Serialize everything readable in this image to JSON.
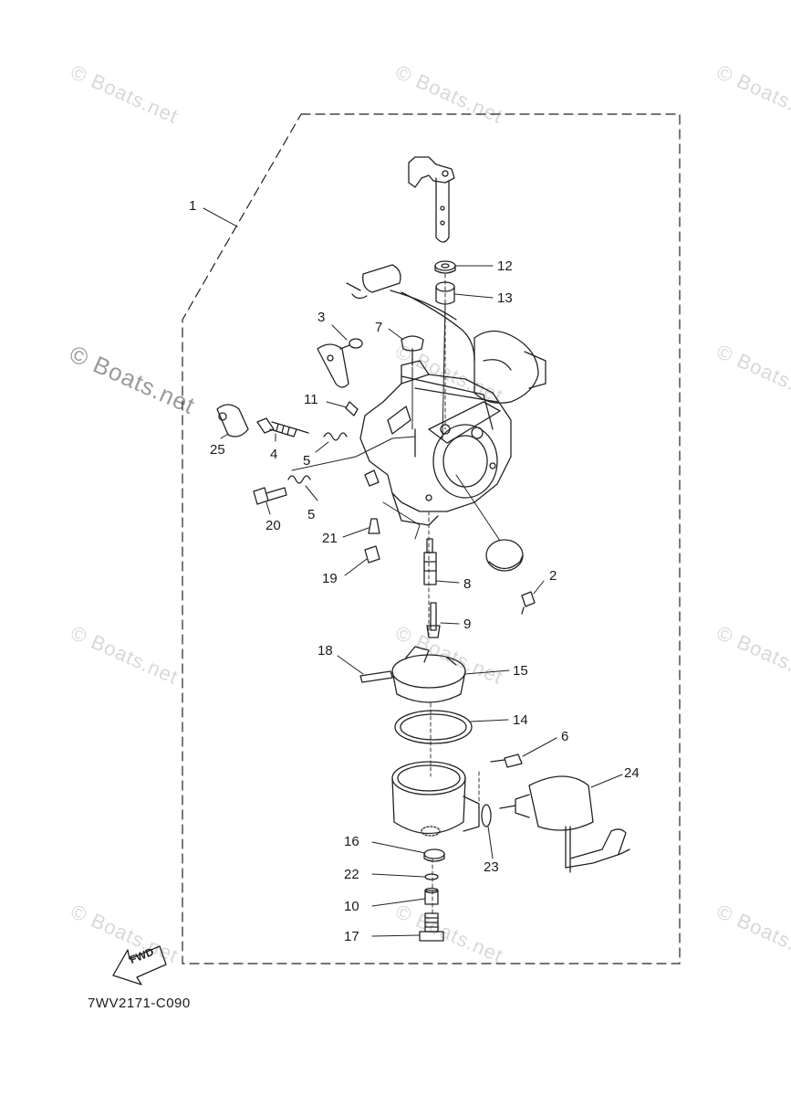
{
  "watermark": {
    "text": "© Boats.net"
  },
  "diagram_code": "7WV2171-C090",
  "fwd_label": "FWD",
  "callouts": {
    "c1": "1",
    "c2": "2",
    "c3": "3",
    "c4": "4",
    "c5a": "5",
    "c5b": "5",
    "c6": "6",
    "c7": "7",
    "c8": "8",
    "c9": "9",
    "c10": "10",
    "c11": "11",
    "c12": "12",
    "c13": "13",
    "c14": "14",
    "c15": "15",
    "c16": "16",
    "c17": "17",
    "c18": "18",
    "c19": "19",
    "c20": "20",
    "c21": "21",
    "c22": "22",
    "c23": "23",
    "c24": "24",
    "c25": "25"
  }
}
